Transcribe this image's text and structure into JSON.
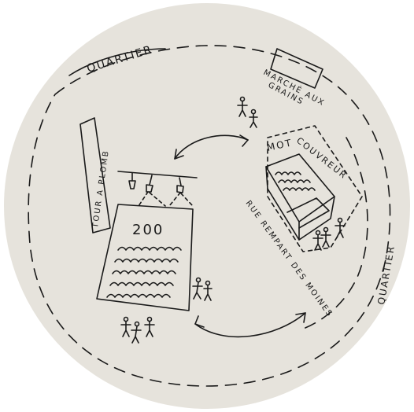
{
  "labels": {
    "quartier_top": "QUARTIER",
    "quartier_right": "QUARTIER",
    "marche_line1": "MARCHÉ AUX",
    "marche_line2": "GRAINS",
    "tour": "TOUR A PLOMB",
    "mot": "MOT",
    "couvreur": "COUVREUR",
    "rue": "RUE REMPART DES MOINES",
    "count": "200"
  },
  "colors": {
    "disc": "#e6e3dc",
    "ink": "#1a1a1a"
  }
}
